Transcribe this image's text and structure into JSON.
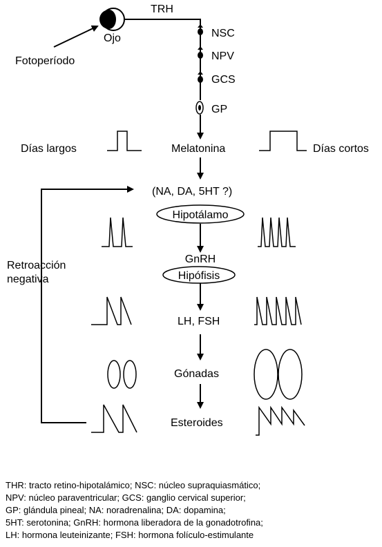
{
  "labels": {
    "trh": "TRH",
    "ojo": "Ojo",
    "fotoperiodo": "Fotoperíodo",
    "nsc": "NSC",
    "npv": "NPV",
    "gcs": "GCS",
    "gp": "GP",
    "dias_largos": "Días largos",
    "melatonina": "Melatonina",
    "dias_cortos": "Días cortos",
    "neurotransmisores": "(NA, DA, 5HT ?)",
    "hipotalamo": "Hipotálamo",
    "gnrh": "GnRH",
    "hipofisis": "Hipófisis",
    "lh_fsh": "LH, FSH",
    "gonadas": "Gónadas",
    "esteroides": "Esteroides",
    "retroaccion_1": "Retroacción",
    "retroaccion_2": "negativa"
  },
  "caption": [
    "THR: tracto retino-hipotalámico; NSC: núcleo supraquiasmático;",
    "NPV: núcleo paraventricular; GCS: ganglio cervical superior;",
    "GP: glándula pineal; NA: noradrenalina; DA: dopamina;",
    "5HT: serotonina; GnRH: hormona liberadora de la gonadotrofina;",
    "LH: hormona leuteinizante; FSH: hormona folículo-estimulante"
  ]
}
